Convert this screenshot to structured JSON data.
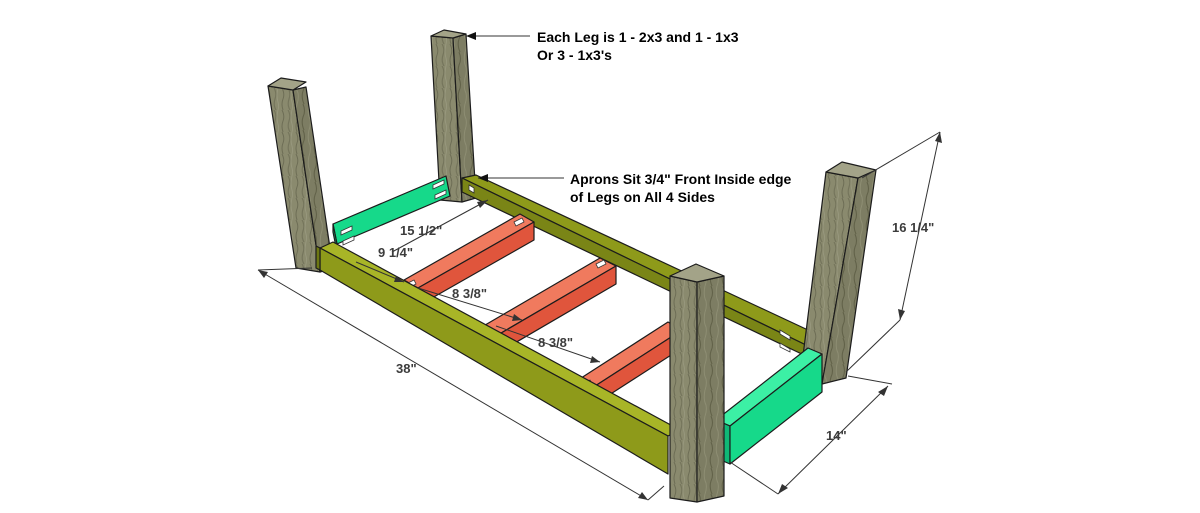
{
  "colors": {
    "leg_wood": "#8a8a6e",
    "leg_wood_dark": "#6f6f58",
    "leg_top": "#a3a388",
    "long_apron": "#8e9a1a",
    "long_apron_top": "#a8b527",
    "short_apron": "#16d98a",
    "short_apron_top": "#3cf0a5",
    "cross_support": "#e0553c",
    "cross_support_top": "#f07a5e",
    "line": "#1c1c1c",
    "dimension_text": "#3c3c3c"
  },
  "callouts": {
    "leg": {
      "line1": "Each Leg is 1 - 2x3 and 1 - 1x3",
      "line2": "Or 3 - 1x3's"
    },
    "apron": {
      "line1": "Aprons Sit 3/4\" Front Inside edge",
      "line2": "of Legs on All 4 Sides"
    }
  },
  "dimensions": {
    "length": "38\"",
    "width": "14\"",
    "height": "16 1/4\"",
    "inner_length": "15 1/2\"",
    "gap_first": "9 1/4\"",
    "gap_second": "8 3/8\"",
    "gap_third": "8 3/8\""
  }
}
